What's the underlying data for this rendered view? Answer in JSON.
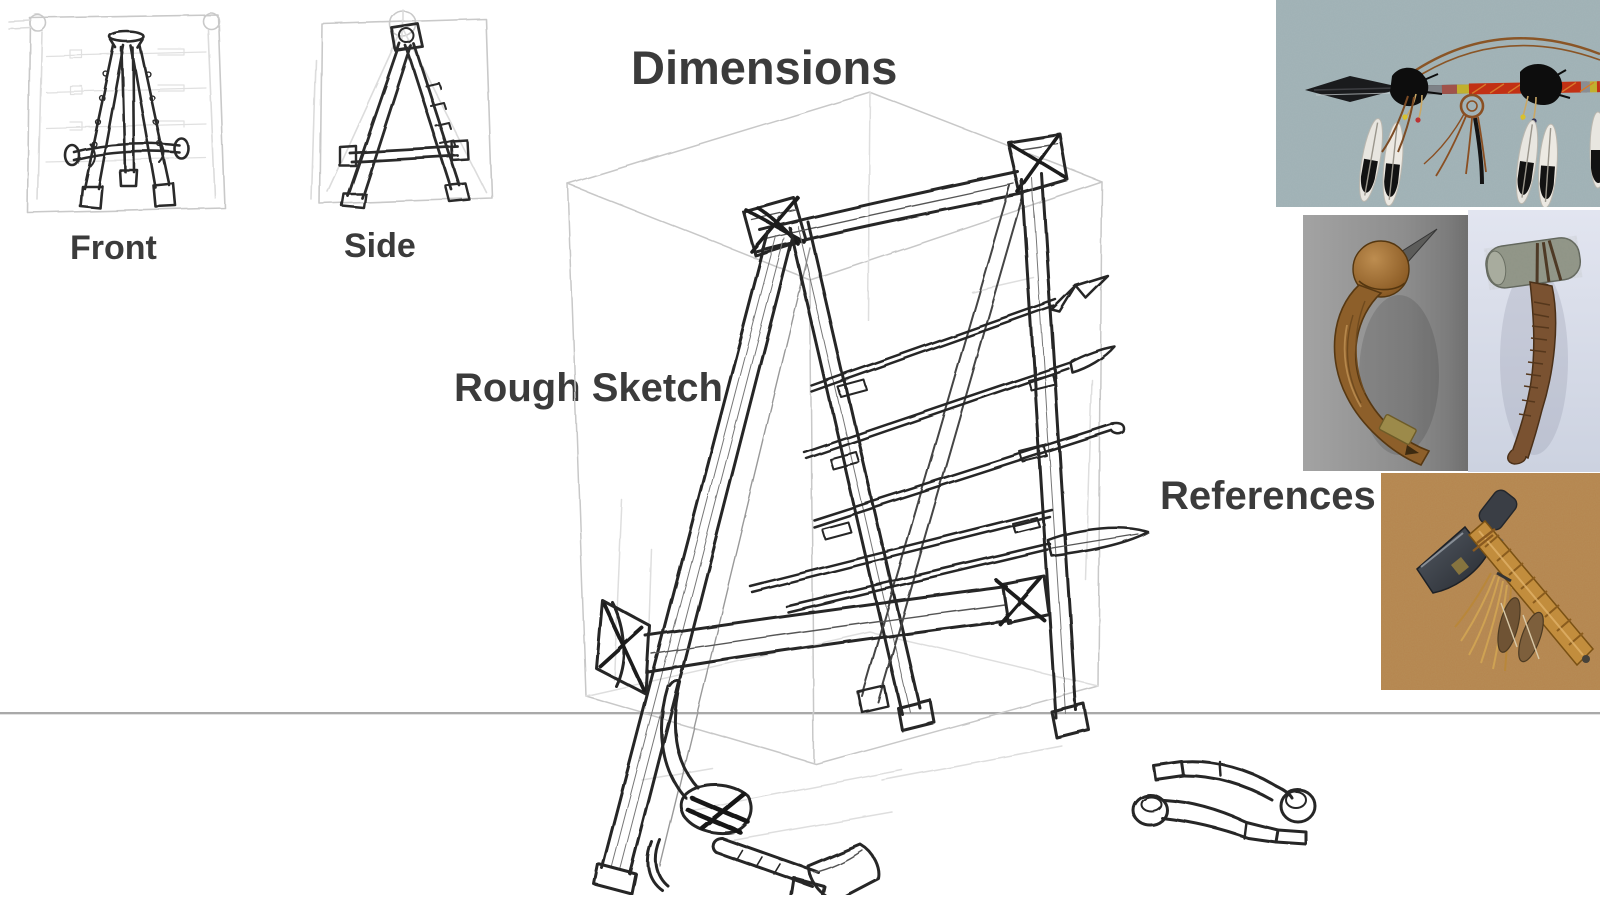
{
  "sheet": {
    "background": "#ffffff",
    "divider_color": "#a9a9a9",
    "label_color": "#3b3b3b"
  },
  "labels": {
    "front": "Front",
    "side": "Side",
    "dimensions": "Dimensions",
    "rough_sketch": "Rough Sketch",
    "references": "References"
  },
  "palette": {
    "sketch_ink": "#2a2a2a",
    "construction_line": "#c8c8c8",
    "lance_photo_background": "#9fb1b5",
    "lance_shaft_red": "#c23014",
    "warclub_photo_background": "#909090",
    "warclub_wood": "#8d5f2a",
    "stoneclub_photo_background": "#dde1ec",
    "stoneclub_stone": "#8f9486",
    "tomahawk_photo_background": "#b5854e",
    "tomahawk_leather": "#c28d3d",
    "tomahawk_steel": "#3a3f46"
  }
}
